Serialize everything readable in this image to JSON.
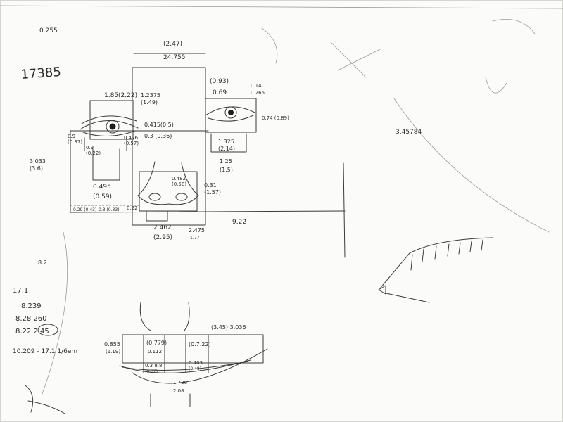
{
  "sheet": {
    "notes_left": {
      "top_small": "0.255",
      "big": "17385",
      "mid_top": "8.2",
      "mid_17": "17.1",
      "mid_239": "8.239",
      "mid_260": "8.28  260",
      "mid_245": "8.22  2.45",
      "bottom_formula": "10.209 - 17.1 1/6em"
    },
    "head": {
      "top_a": "(2.47)",
      "top_b": "24.755"
    },
    "right_eye": {
      "a": "(0.93)",
      "b": "0.69",
      "c": "0.14",
      "d": "0.265",
      "e": "0.74 (0.89)",
      "f": "1.325",
      "g": "(2.14)",
      "h": "1.25",
      "i": "(1.5)"
    },
    "left_eye": {
      "a": "1.85(2.22)",
      "b": "1.2375",
      "c": "(1.49)",
      "d": "0.9",
      "e": "(0.37)",
      "f": "0.9",
      "g": "(0.22)",
      "h": "0.476",
      "i": "(0.57)",
      "j": "0.495",
      "k": "(0.59)",
      "side_a": "3.033",
      "side_b": "(3.6)"
    },
    "between_eyes": {
      "a": "0.415(0.5)",
      "b": "0.3 (0.36)"
    },
    "nose": {
      "a": "0.482",
      "b": "(0.58)",
      "c": "0.31",
      "d": "(1.57)",
      "e": "2.462",
      "f": "(2.95)",
      "g": "2.475",
      "h": "1.77",
      "i": "0.29 (0.43)",
      "j": "0.3 (0.33)",
      "k": "0.22"
    },
    "horizontal_label": "9.22",
    "top_right_number": "3.45784",
    "mouth": {
      "a": "0.855",
      "b": "(1.19)",
      "c": "(0.779)",
      "d": "0.112",
      "e": "(0.7.22)",
      "f": "(3.45) 3.036",
      "g": "0.3 8.8",
      "h": "(0.37)",
      "i": "0.403",
      "j": "(0.48)",
      "k": "1.736",
      "l": "2.08"
    }
  }
}
